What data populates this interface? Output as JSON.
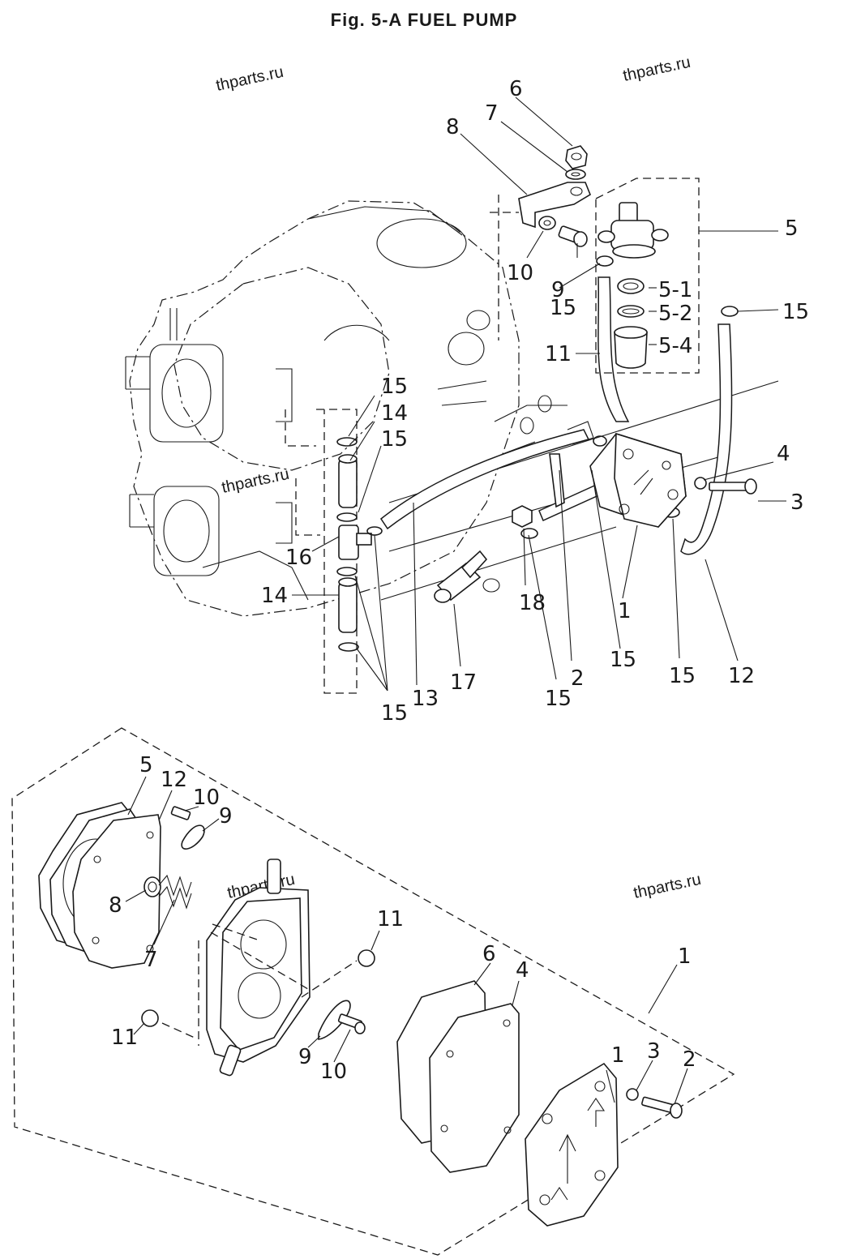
{
  "title": "Fig. 5-A   FUEL PUMP",
  "watermarks": [
    "thparts.ru",
    "thparts.ru",
    "thparts.ru",
    "thparts.ru",
    "thparts.ru"
  ],
  "upper_callouts": {
    "c6": "6",
    "c7": "7",
    "c8": "8",
    "c5": "5",
    "c10": "10",
    "c9": "9",
    "c15a": "15",
    "c5_1": "5-1",
    "c5_2": "5-2",
    "c15b": "15",
    "c11": "11",
    "c5_4": "5-4",
    "c15c": "15",
    "c14a": "14",
    "c15d": "15",
    "c4": "4",
    "c3": "3",
    "c16": "16",
    "c14b": "14",
    "c18": "18",
    "c1": "1",
    "c17": "17",
    "c13": "13",
    "c15e": "15",
    "c2": "2",
    "c15f": "15",
    "c15g": "15",
    "c15h": "15",
    "c12": "12"
  },
  "lower_callouts": {
    "c5": "5",
    "c12": "12",
    "c10a": "10",
    "c9a": "9",
    "c8": "8",
    "c7": "7",
    "c11a": "11",
    "c11b": "11",
    "c6": "6",
    "c4": "4",
    "c1a": "1",
    "c9b": "9",
    "c10b": "10",
    "c1b": "1",
    "c3": "3",
    "c2": "2"
  }
}
